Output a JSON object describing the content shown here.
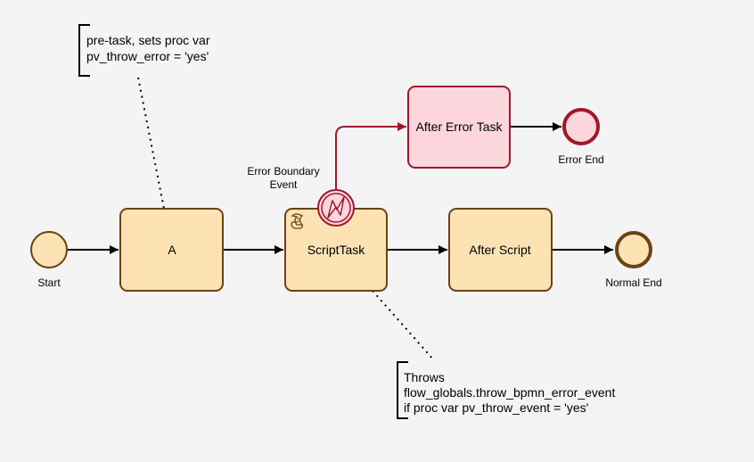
{
  "colors": {
    "background": "#f4f4f4",
    "task_fill": "#fde2b4",
    "task_stroke": "#6b4312",
    "error_fill": "#fdd5dd",
    "error_stroke": "#a0182a",
    "flow_stroke": "#000000",
    "error_flow_stroke": "#a0182a"
  },
  "events": {
    "start": {
      "label": "Start",
      "type": "start-event"
    },
    "normal_end": {
      "label": "Normal End",
      "type": "end-event"
    },
    "error_end": {
      "label": "Error End",
      "type": "end-event"
    },
    "boundary": {
      "label_line1": "Error Boundary",
      "label_line2": "Event",
      "type": "error-boundary-event",
      "icon": "lightning-icon"
    }
  },
  "tasks": {
    "a": {
      "label": "A"
    },
    "script": {
      "label": "ScriptTask",
      "icon": "script-icon"
    },
    "after_script": {
      "label": "After Script"
    },
    "after_error": {
      "label": "After Error Task"
    }
  },
  "annotations": {
    "pre_task": {
      "lines": [
        "pre-task, sets proc var",
        "pv_throw_error = 'yes'"
      ]
    },
    "throws": {
      "lines": [
        "Throws",
        "flow_globals.throw_bpmn_error_event",
        "if proc var pv_throw_event = 'yes'"
      ]
    }
  }
}
